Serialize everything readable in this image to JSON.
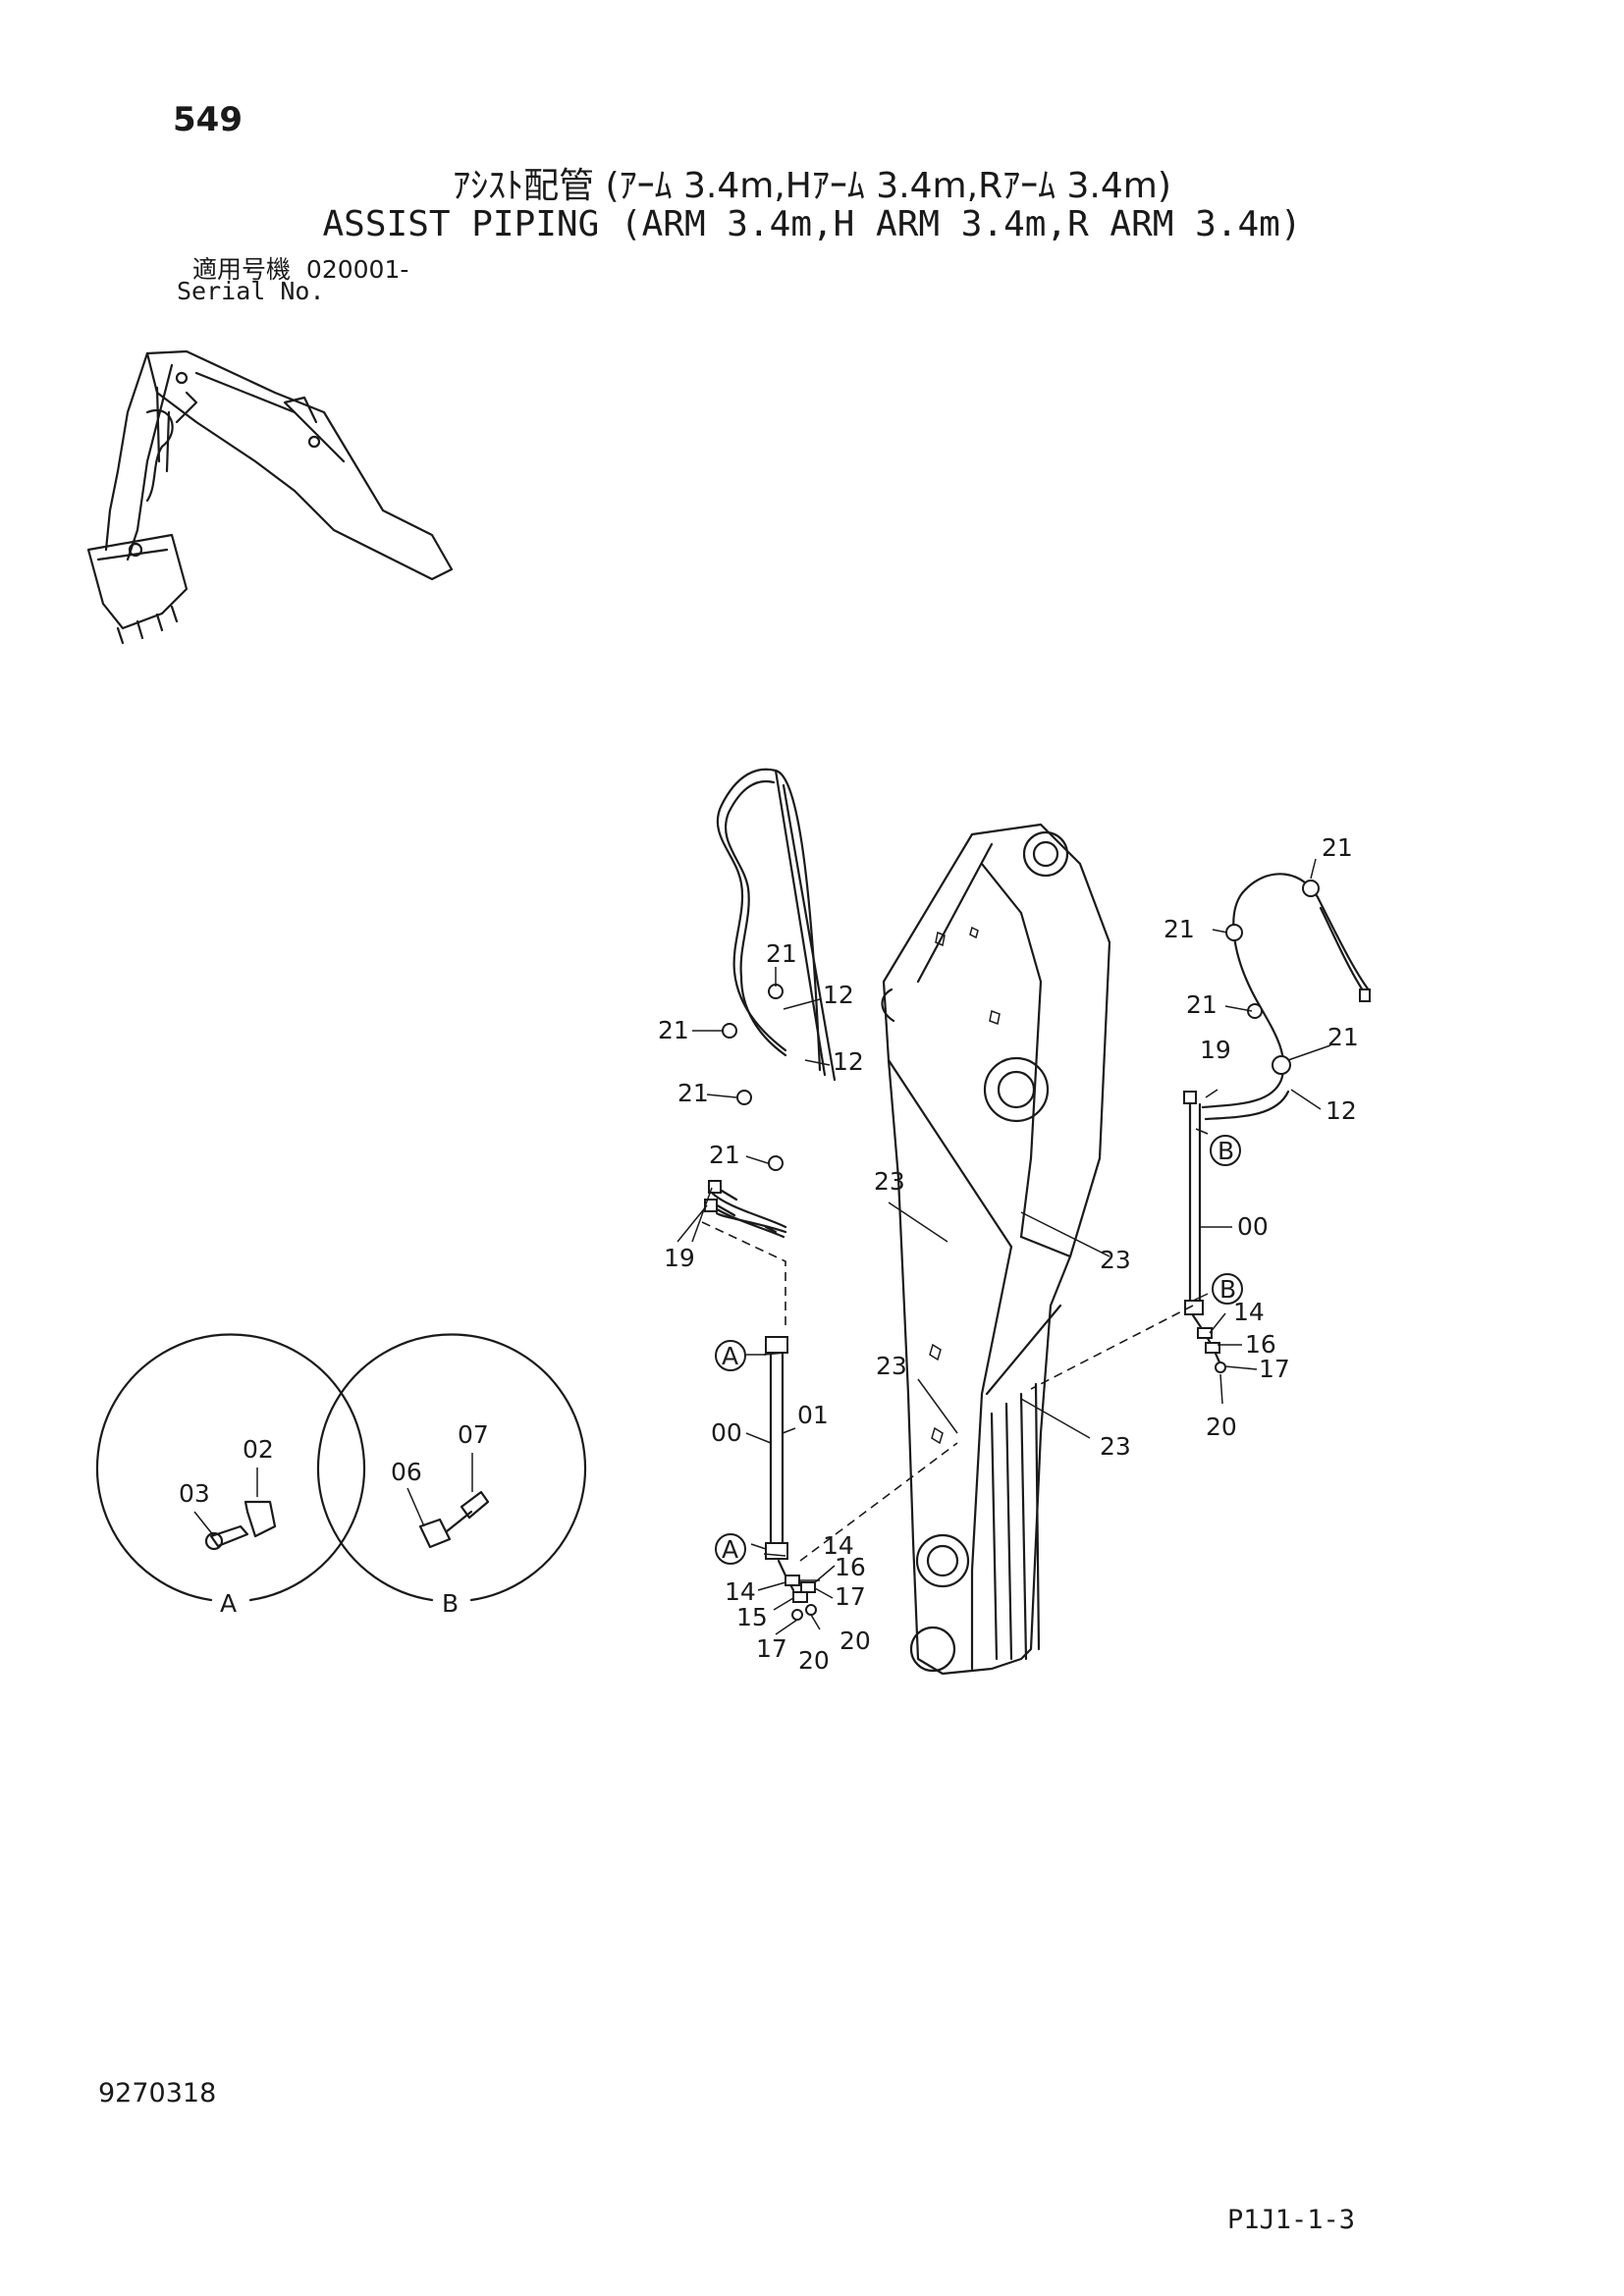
{
  "header": {
    "page_number": "549",
    "title_jp": "ｱｼｽﾄ配管 (ｱｰﾑ 3.4m,Hｱｰﾑ 3.4m,Rｱｰﾑ 3.4m)",
    "title_en": "ASSIST PIPING (ARM 3.4m,H ARM 3.4m,R ARM 3.4m)",
    "serial_label_jp": "適用号機",
    "serial_value": "020001-",
    "serial_label_en": "Serial No."
  },
  "footer": {
    "doc_number": "9270318",
    "page_code": "P1J1-1-3"
  },
  "detail_views": [
    {
      "letter": "A",
      "parts": [
        "03",
        "02"
      ]
    },
    {
      "letter": "B",
      "parts": [
        "06",
        "07"
      ]
    }
  ],
  "callouts": {
    "left_hose": [
      "21",
      "12",
      "21",
      "12",
      "21",
      "21",
      "19"
    ],
    "left_pipe": [
      "00",
      "01",
      "14",
      "16",
      "14",
      "15",
      "17",
      "17",
      "20",
      "20"
    ],
    "arm": [
      "23",
      "23",
      "23",
      "23"
    ],
    "right_hose": [
      "21",
      "21",
      "21",
      "21",
      "19",
      "12"
    ],
    "right_pipe": [
      "00",
      "14",
      "16",
      "17",
      "20"
    ],
    "markers": [
      "A",
      "A",
      "B",
      "B"
    ]
  },
  "colors": {
    "ink": "#1a1a1a",
    "paper": "#ffffff"
  }
}
